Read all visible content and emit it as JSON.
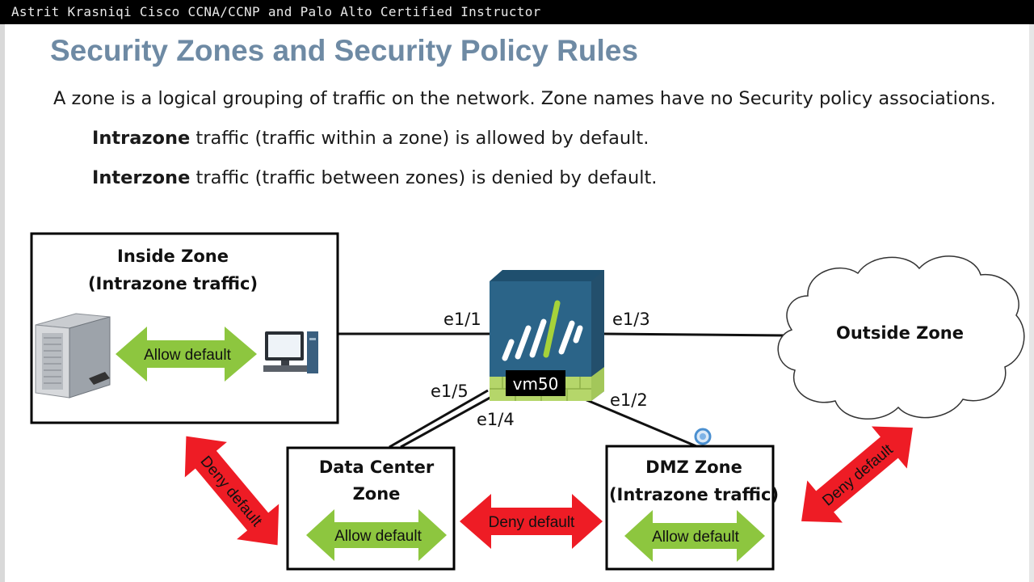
{
  "header": {
    "instructor_text": "Astrit Krasniqi Cisco CCNA/CCNP and Palo Alto Certified Instructor"
  },
  "slide": {
    "title": "Security Zones and Security Policy Rules",
    "intro": "A zone is a logical grouping of traffic on the network. Zone names have no Security policy associations.",
    "intrazone_bold": "Intrazone",
    "intrazone_rest": " traffic (traffic within a zone) is allowed by default.",
    "interzone_bold": "Interzone",
    "interzone_rest": " traffic (traffic between zones) is denied by default."
  },
  "diagram": {
    "inside_zone": {
      "line1": "Inside Zone",
      "line2": "(Intrazone traffic)",
      "arrow": "Allow default"
    },
    "datacenter_zone": {
      "line1": "Data Center",
      "line2": "Zone",
      "arrow": "Allow default"
    },
    "dmz_zone": {
      "line1": "DMZ Zone",
      "line2": "(Intrazone traffic)",
      "arrow": "Allow default"
    },
    "outside_zone": {
      "label": "Outside Zone"
    },
    "firewall": {
      "label": "vm50"
    },
    "interfaces": {
      "e11": "e1/1",
      "e13": "e1/3",
      "e15": "e1/5",
      "e14": "e1/4",
      "e12": "e1/2"
    },
    "deny_left": "Deny default",
    "deny_middle": "Deny default",
    "deny_right": "Deny default",
    "colors": {
      "allow": "#8dc63f",
      "deny": "#ee1c25",
      "firewall": "#2b6488",
      "brick": "#b5d66a",
      "title": "#6e8aa4"
    }
  }
}
